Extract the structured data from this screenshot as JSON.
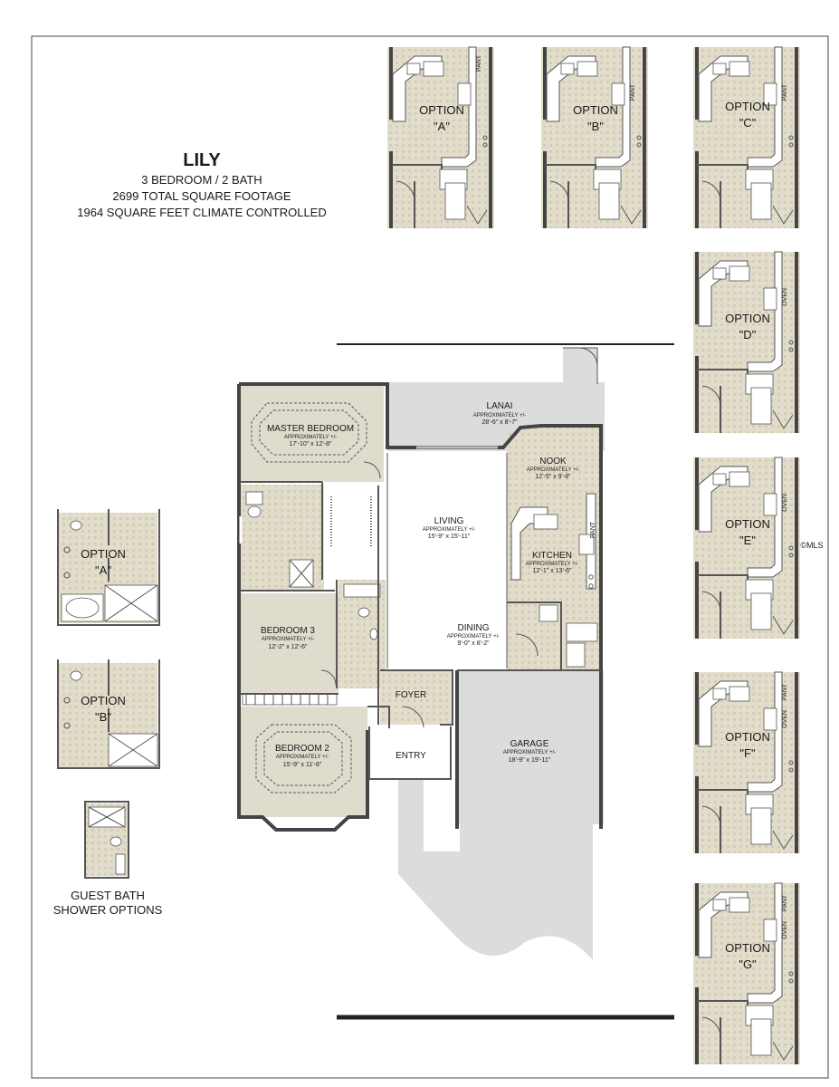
{
  "header": {
    "title": "LILY",
    "line1": "3 BEDROOM / 2 BATH",
    "line2": "2699 TOTAL SQUARE FOOTAGE",
    "line3": "1964 SQUARE FEET CLIMATE CONTROLLED"
  },
  "rooms": {
    "lanai": {
      "name": "LANAI",
      "approx": "APPROXIMATELY +/-",
      "dim": "28'-6\" x 8'-7\""
    },
    "master": {
      "name": "MASTER BEDROOM",
      "approx": "APPROXIMATELY +/-",
      "dim": "17'-10\" x 12'-8\""
    },
    "nook": {
      "name": "NOOK",
      "approx": "APPROXIMATELY +/-",
      "dim": "12'-5\" x 9'-8\""
    },
    "living": {
      "name": "LIVING",
      "approx": "APPROXIMATELY +/-",
      "dim": "15'-9\" x 15'-11\""
    },
    "kitchen": {
      "name": "KITCHEN",
      "approx": "APPROXIMATELY +/-",
      "dim": "12'-1\" x 13'-6\""
    },
    "bedroom3": {
      "name": "BEDROOM 3",
      "approx": "APPROXIMATELY +/-",
      "dim": "12'-2\" x 12'-6\""
    },
    "dining": {
      "name": "DINING",
      "approx": "APPROXIMATELY +/-",
      "dim": "9'-0\" x 8'-2\""
    },
    "foyer": {
      "name": "FOYER"
    },
    "bedroom2": {
      "name": "BEDROOM 2",
      "approx": "APPROXIMATELY +/-",
      "dim": "15'-9\" x 11'-8\""
    },
    "entry": {
      "name": "ENTRY"
    },
    "garage": {
      "name": "GARAGE",
      "approx": "APPROXIMATELY +/-",
      "dim": "18'-9\" x 19'-11\""
    }
  },
  "kitchen_options": [
    {
      "word": "OPTION",
      "letter": "\"A\"",
      "pant": "PANT"
    },
    {
      "word": "OPTION",
      "letter": "\"B\"",
      "pant": "PANT"
    },
    {
      "word": "OPTION",
      "letter": "\"C\"",
      "pant": "PANT"
    },
    {
      "word": "OPTION",
      "letter": "\"D\"",
      "oven": "OVEN"
    },
    {
      "word": "OPTION",
      "letter": "\"E\"",
      "oven": "OVEN"
    },
    {
      "word": "OPTION",
      "letter": "\"F\"",
      "oven": "OVEN",
      "pant": "PANT"
    },
    {
      "word": "OPTION",
      "letter": "\"G\"",
      "oven": "OVEN",
      "pant": "PANT"
    }
  ],
  "bath_options": [
    {
      "word": "OPTION",
      "letter": "\"A\""
    },
    {
      "word": "OPTION",
      "letter": "\"B\""
    }
  ],
  "kitchen_pant": {
    "label": "PANT"
  },
  "guest_bath": {
    "line1": "GUEST BATH",
    "line2": "SHOWER OPTIONS"
  },
  "watermark": "©MLS",
  "colors": {
    "floor": "#e0dccd",
    "concrete": "#dcdcdc",
    "wall": "#444444"
  }
}
